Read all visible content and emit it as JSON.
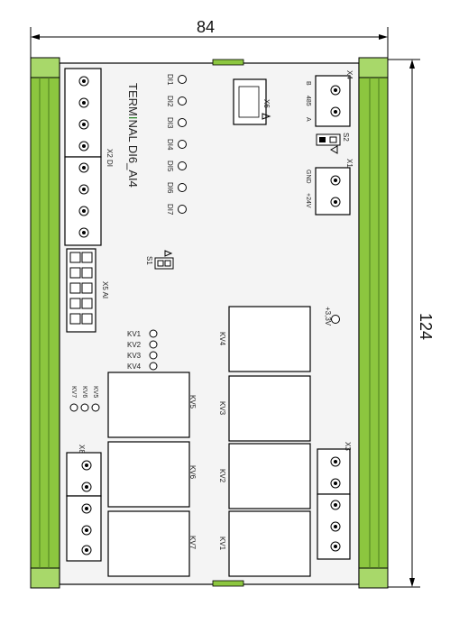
{
  "dimensions": {
    "width": "84",
    "height": "124"
  },
  "board_title": {
    "prefix": "TERM",
    "highlight": "I",
    "suffix": "NAL DI6_AI4"
  },
  "connectors": {
    "x1": "X1",
    "x1_pins": [
      "GND",
      "+24V"
    ],
    "x2": "X2 DI",
    "x3": "X3",
    "x4": "X4",
    "x4_pins": [
      "B",
      "485",
      "A"
    ],
    "x5": "X5 AI",
    "x6": "X6",
    "x8": "X8"
  },
  "switches": {
    "s1": "S1",
    "s2": "S2"
  },
  "digital_inputs": [
    "DI1",
    "DI2",
    "DI3",
    "DI4",
    "DI5",
    "DI6",
    "DI7"
  ],
  "kv_leds": [
    "KV1",
    "KV2",
    "KV3",
    "KV4"
  ],
  "kv_leds_2": [
    "KV5",
    "KV6",
    "KV7"
  ],
  "relays_left": [
    "KV5",
    "KV6",
    "KV7"
  ],
  "relays_right": [
    "KV4",
    "KV3",
    "KV2",
    "KV1"
  ],
  "power_led": "+3,3V",
  "colors": {
    "rail_green": "#8cc63f",
    "rail_dark": "#6fa52e",
    "board_fill": "#f4f4f4",
    "highlight_text": "#1a7a1a"
  }
}
